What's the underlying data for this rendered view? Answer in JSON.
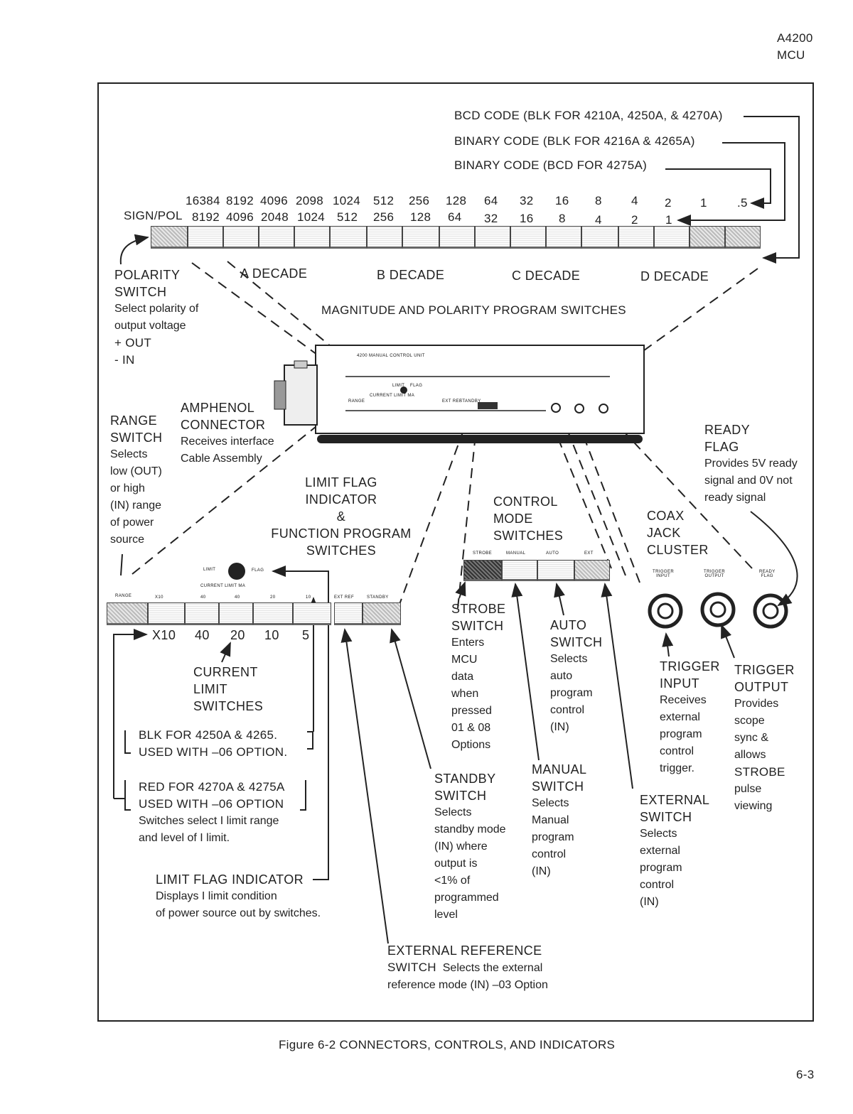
{
  "header": {
    "doc_id": "A4200",
    "unit": "MCU"
  },
  "code_labels": {
    "bcd": "BCD CODE (BLK FOR 4210A, 4250A, & 4270A)",
    "binary_blk": "BINARY CODE (BLK FOR 4216A & 4265A)",
    "binary_bcd": "BINARY CODE (BCD FOR 4275A)"
  },
  "bit_rows": {
    "row1": [
      "16384",
      "8192",
      "4096",
      "2098",
      "1024",
      "512",
      "256",
      "128",
      "64",
      "32",
      "16",
      "8",
      "4",
      "2",
      "1",
      ".5"
    ],
    "sign_label": "SIGN/POL",
    "row2": [
      "8192",
      "4096",
      "2048",
      "1024",
      "512",
      "256",
      "128",
      "64",
      "32",
      "16",
      "8",
      "4",
      "2",
      "1"
    ]
  },
  "decades": {
    "a": "A DECADE",
    "b": "B DECADE",
    "c": "C DECADE",
    "d": "D DECADE"
  },
  "magnitude_title": "MAGNITUDE AND POLARITY PROGRAM SWITCHES",
  "polarity": {
    "title1": "POLARITY",
    "title2": "SWITCH",
    "desc": [
      "Select polarity of",
      "output voltage",
      "+ OUT",
      "- IN"
    ]
  },
  "amphenol": {
    "title1": "AMPHENOL",
    "title2": "CONNECTOR",
    "desc": [
      "Receives interface",
      "Cable Assembly"
    ]
  },
  "range": {
    "title1": "RANGE",
    "title2": "SWITCH",
    "desc": [
      "Selects",
      "low (OUT)",
      "or high",
      "(IN) range",
      "of power",
      "source"
    ]
  },
  "limit_flag_func": {
    "line1": "LIMIT FLAG",
    "line2": "INDICATOR",
    "line3": "&",
    "line4": "FUNCTION PROGRAM",
    "line5": "SWITCHES"
  },
  "control_mode": {
    "line1": "CONTROL",
    "line2": "MODE",
    "line3": "SWITCHES"
  },
  "ready_flag": {
    "title1": "READY",
    "title2": "FLAG",
    "desc": [
      "Provides 5V ready",
      "signal and 0V not",
      "ready signal"
    ]
  },
  "coax": {
    "line1": "COAX",
    "line2": "JACK",
    "line3": "CLUSTER"
  },
  "panel_small": {
    "limit": "LIMIT",
    "flag": "FLAG",
    "current_limit": "CURRENT LIMIT MA",
    "range": "RANGE",
    "f_labels": [
      "X10",
      "40",
      "40",
      "20",
      "10"
    ],
    "ext_ref": "EXT REF",
    "standby": "STANDBY",
    "cm_labels": [
      "STROBE",
      "MANUAL",
      "AUTO",
      "EXT"
    ],
    "coax_labels": [
      [
        "TRIGGER",
        "INPUT"
      ],
      [
        "TRIGGER",
        "OUTPUT"
      ],
      [
        "READY",
        "FLAG"
      ]
    ],
    "device_name": "4200 MANUAL CONTROL UNIT"
  },
  "current_values": [
    "X10",
    "40",
    "20",
    "10",
    "5"
  ],
  "current_limit": {
    "line1": "CURRENT",
    "line2": "LIMIT",
    "line3": "SWITCHES"
  },
  "blk_note": {
    "line1": "BLK FOR 4250A & 4265.",
    "line2": "USED WITH –06 OPTION."
  },
  "red_note": {
    "line1": "RED FOR 4270A & 4275A",
    "line2": "USED WITH –06 OPTION",
    "desc1": "Switches select I limit range",
    "desc2": "and level of I limit."
  },
  "limit_flag_indicator": {
    "title": "LIMIT FLAG INDICATOR",
    "desc1": "Displays I limit condition",
    "desc2": "of power source out by switches."
  },
  "strobe": {
    "title1": "STROBE",
    "title2": "SWITCH",
    "desc": [
      "Enters",
      "MCU",
      "data",
      "when",
      "pressed",
      "01 & 08",
      "Options"
    ]
  },
  "auto": {
    "title1": "AUTO",
    "title2": "SWITCH",
    "desc": [
      "Selects",
      "auto",
      "program",
      "control",
      "(IN)"
    ]
  },
  "standby": {
    "title1": "STANDBY",
    "title2": "SWITCH",
    "desc": [
      "Selects",
      "standby mode",
      "(IN) where",
      "output is",
      "<1% of",
      "programmed",
      "level"
    ]
  },
  "manual": {
    "title1": "MANUAL",
    "title2": "SWITCH",
    "desc": [
      "Selects",
      "Manual",
      "program",
      "control",
      "(IN)"
    ]
  },
  "external": {
    "title1": "EXTERNAL",
    "title2": "SWITCH",
    "desc": [
      "Selects",
      "external",
      "program",
      "control",
      "(IN)"
    ]
  },
  "trigger_input": {
    "title1": "TRIGGER",
    "title2": "INPUT",
    "desc": [
      "Receives",
      "external",
      "program",
      "control",
      "trigger."
    ]
  },
  "trigger_output": {
    "title1": "TRIGGER",
    "title2": "OUTPUT",
    "desc": [
      "Provides",
      "scope",
      "sync &",
      "allows",
      "STROBE",
      "pulse",
      "viewing"
    ]
  },
  "ext_ref": {
    "title": "EXTERNAL REFERENCE",
    "line2_bold": "SWITCH",
    "line2": "Selects the external",
    "line3": "reference mode (IN) –03 Option"
  },
  "caption": "Figure 6-2  CONNECTORS, CONTROLS, AND INDICATORS",
  "page_number": "6-3"
}
